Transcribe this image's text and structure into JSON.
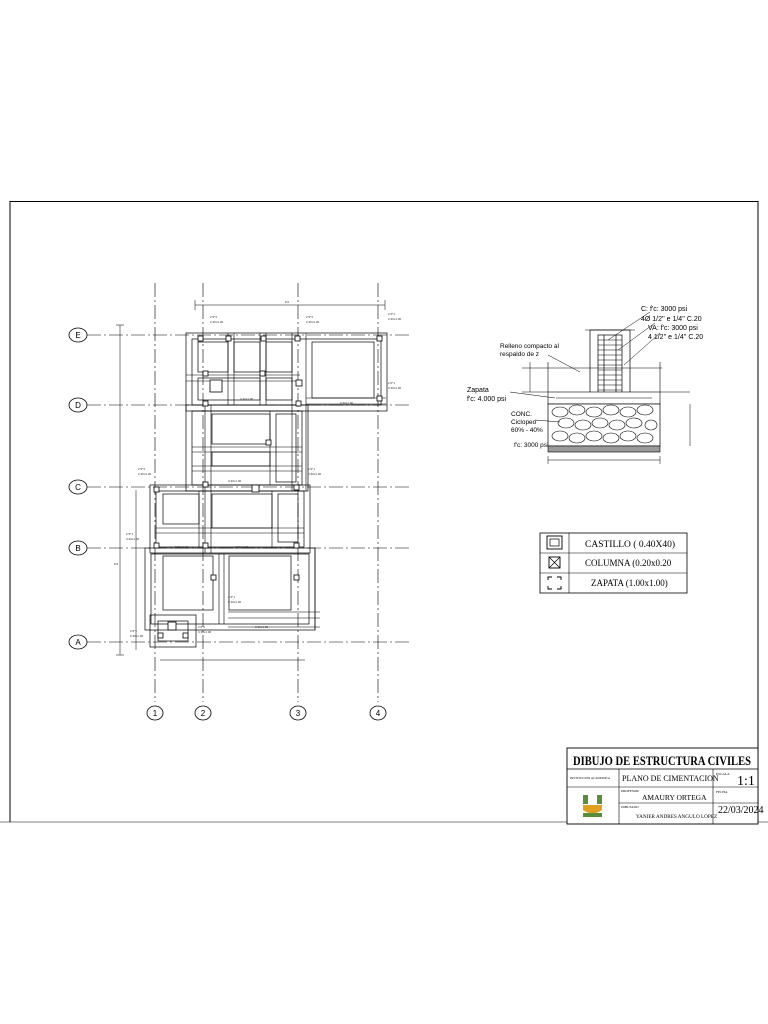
{
  "grid": {
    "rows": [
      "E",
      "D",
      "C",
      "B",
      "A"
    ],
    "columns": [
      "1",
      "2",
      "3",
      "4"
    ]
  },
  "detail": {
    "col_concrete": "C: f'c: 3000 psi",
    "col_rebar": "4Ø 1/2'' e 1/4'' C.20",
    "va_concrete": "VA: f'c: 3000 psi",
    "va_rebar": "4 1/2'' e 1/4'' C.20",
    "fill_line1": "Relleno compacto al",
    "fill_line2": "respaldo de z",
    "footing_line1": "Zapata",
    "footing_line2": "f'c: 4.000 psi",
    "cyclopean_line1": "CONC.",
    "cyclopean_line2": "Ciclopeo",
    "cyclopean_line3": "60% - 40%",
    "base_concrete": "f'c: 3000 psi"
  },
  "legend": [
    {
      "symbol": "castillo-icon",
      "label": "CASTILLO  ( 0.40X40)"
    },
    {
      "symbol": "columna-icon",
      "label": "COLUMNA (0.20x0.20"
    },
    {
      "symbol": "zapata-icon",
      "label": "ZAPATA (1.00x1.00)"
    }
  ],
  "title_block": {
    "title": "DIBUJO DE ESTRUCTURA CIVILES",
    "institution_label": "INSTITUCION ACADEMICA",
    "plan_name": "PLANO DE CIMENTACION",
    "scale_label": "ESCALA",
    "scale": "1:1",
    "professor_label": "PROFESOR",
    "professor": "AMAURY ORTEGA",
    "student_label": "DIBUJADO",
    "student": "YANIER ANDRES ANGULO LOPEZ",
    "date_label": "FECHA",
    "date": "22/03/2024",
    "logo": "university-logo-icon"
  }
}
